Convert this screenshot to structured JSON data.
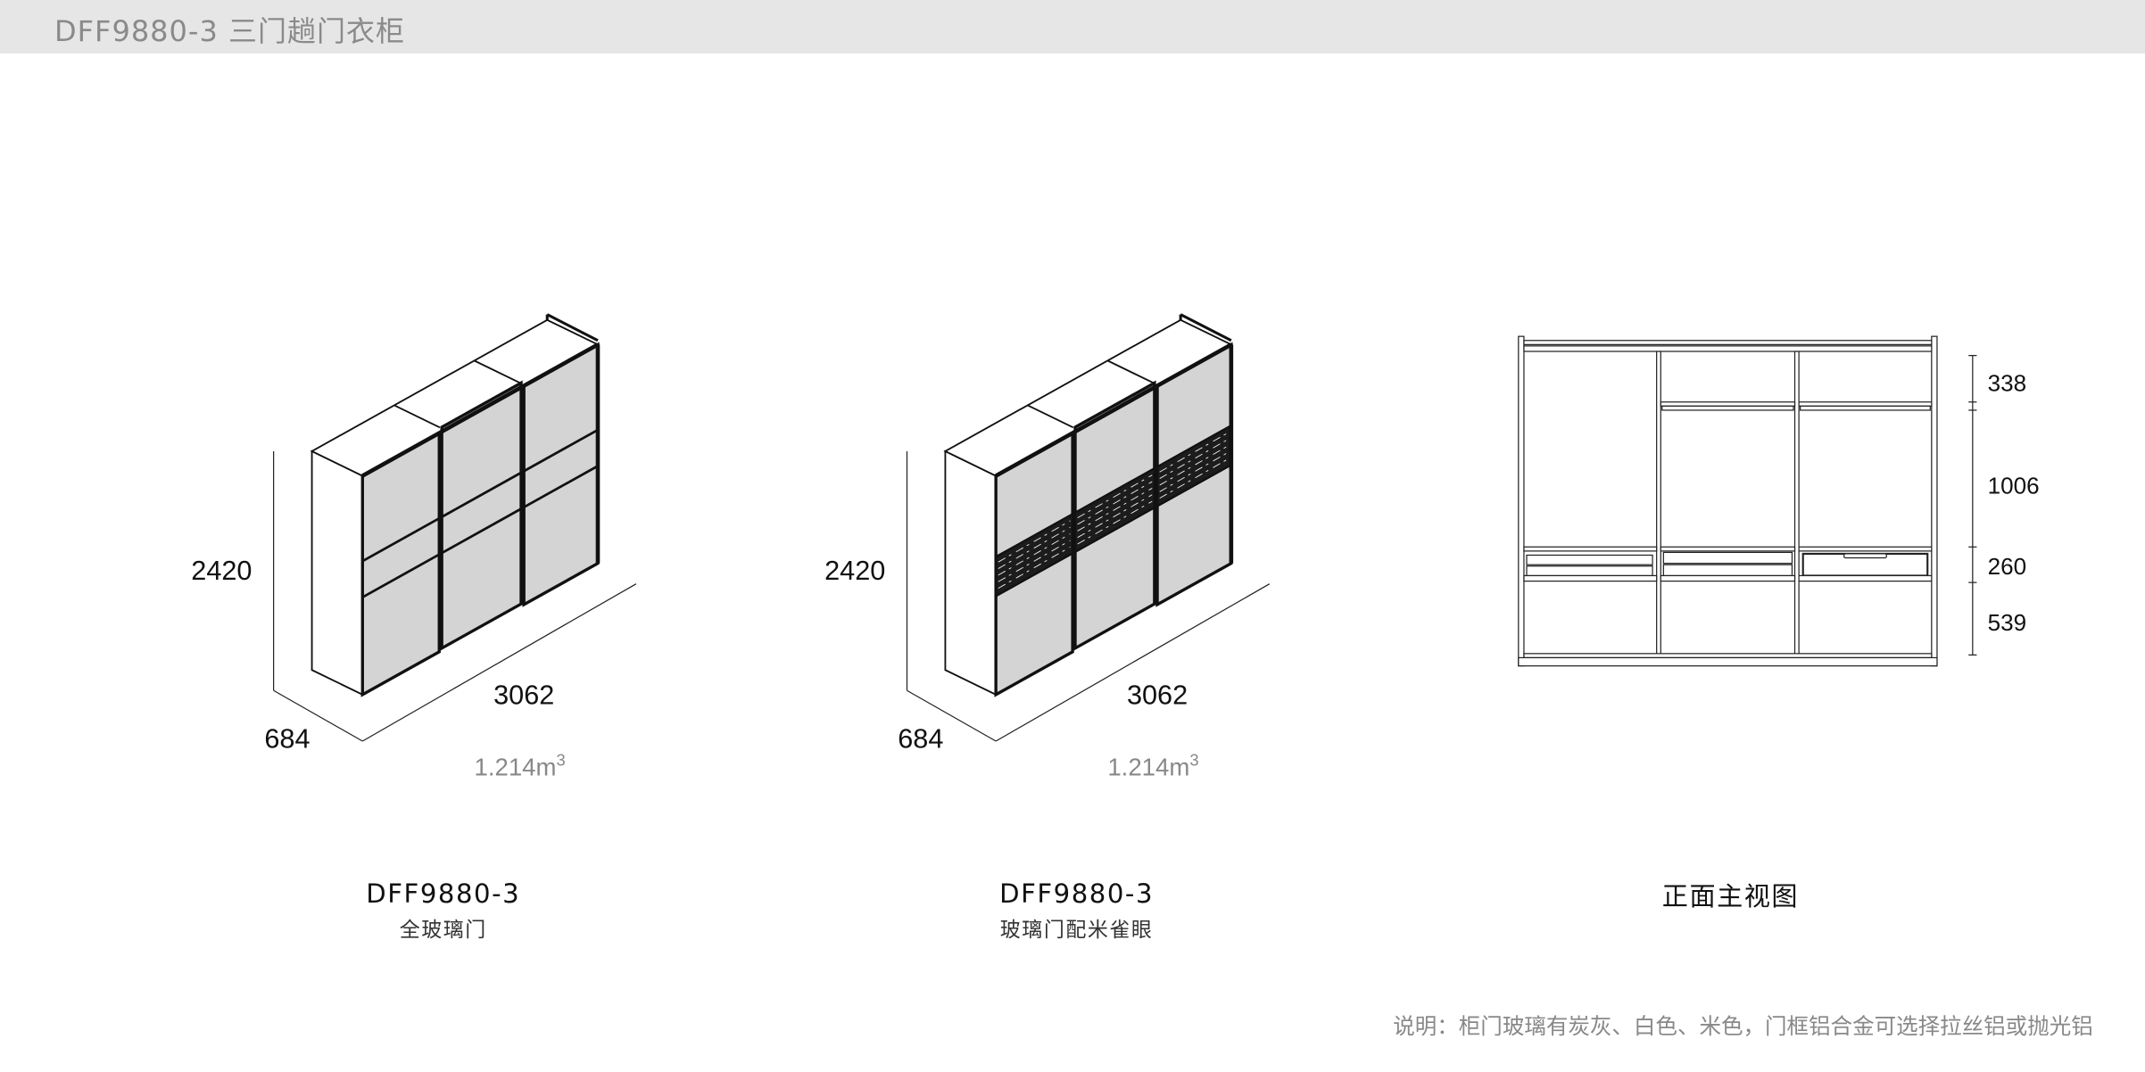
{
  "header": {
    "title": "DFF9880-3 三门趟门衣柜"
  },
  "models": [
    {
      "height": "2420",
      "depth": "684",
      "width": "3062",
      "volume": "1.214m",
      "volume_sup": "3",
      "code": "DFF9880-3",
      "name": "全玻璃门",
      "door_style": "full-glass"
    },
    {
      "height": "2420",
      "depth": "684",
      "width": "3062",
      "volume": "1.214m",
      "volume_sup": "3",
      "code": "DFF9880-3",
      "name": "玻璃门配米雀眼",
      "door_style": "glass-with-bird-eye-band"
    }
  ],
  "front_view": {
    "title": "正面主视图",
    "dimensions": [
      "338",
      "1006",
      "260",
      "539"
    ]
  },
  "note": "说明：柜门玻璃有炭灰、白色、米色，门框铝合金可选择拉丝铝或抛光铝",
  "colors": {
    "glass": "#d4d4d4",
    "frame": "#111111",
    "header_bg": "#e6e6e6",
    "muted_text": "#888888"
  }
}
